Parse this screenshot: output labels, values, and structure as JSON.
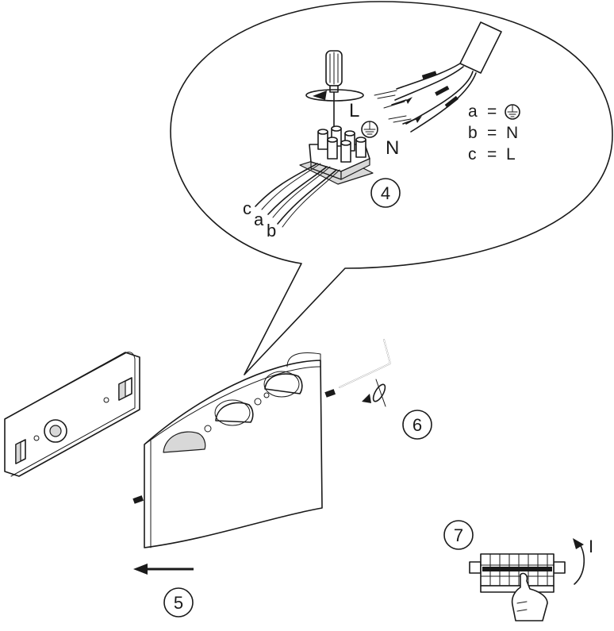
{
  "labels": {
    "screwdriver_dir": "L",
    "neutral_wire": "N",
    "wire_c": "c",
    "wire_a": "a",
    "wire_b": "b"
  },
  "legend": [
    {
      "letter": "a",
      "eq": "=",
      "value": "",
      "icon": "earth-ground-icon"
    },
    {
      "letter": "b",
      "eq": "=",
      "value": "N"
    },
    {
      "letter": "c",
      "eq": "=",
      "value": "L"
    }
  ],
  "steps": {
    "step4": "4",
    "step5": "5",
    "step6": "6",
    "step7": "7"
  },
  "breaker_switch_label": "I",
  "colors": {
    "line": "#1a1a1a",
    "background": "#ffffff",
    "shade": "#d8d8d8"
  }
}
